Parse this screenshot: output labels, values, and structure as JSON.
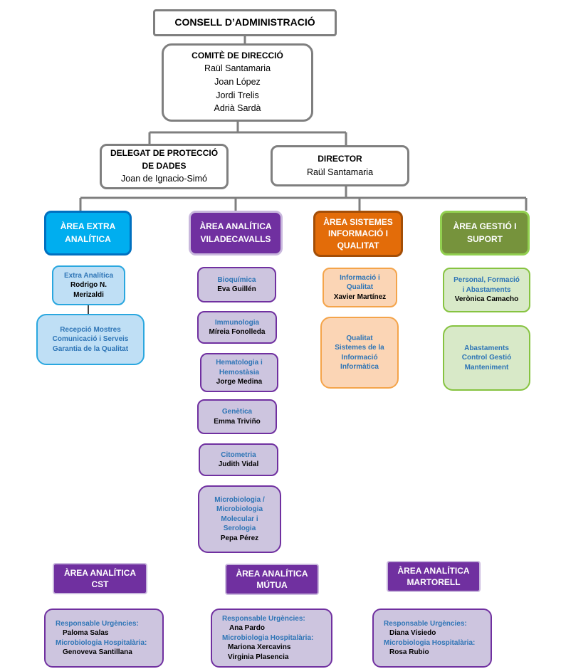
{
  "board": {
    "title": "CONSELL  D’ADMINISTRACIÓ"
  },
  "committee": {
    "title": "COMITÈ DE DIRECCIÓ",
    "members": [
      "Raül Santamaria",
      "Joan López",
      "Jordi Trelis",
      "Adrià Sardà"
    ]
  },
  "dpo": {
    "title_line1": "DELEGAT DE PROTECCIÓ",
    "title_line2": "DE DADES",
    "name": "Joan de Ignacio-Simó"
  },
  "director": {
    "title": "DIRECTOR",
    "name": "Raül Santamaria"
  },
  "areas": {
    "extra": {
      "line1": "ÀREA EXTRA",
      "line2": "ANALÍTICA",
      "color": "#00aeef",
      "units": [
        {
          "label": "Extra Analítica",
          "names": [
            "Rodrigo N.",
            "Merizaldi"
          ]
        },
        {
          "label_lines": [
            "Recepció Mostres",
            "Comunicació i Serveis",
            "Garantia de la Qualitat"
          ]
        }
      ]
    },
    "viladecavalls": {
      "line1": "ÀREA ANALÍTICA",
      "line2": "VILADECAVALLS",
      "color": "#7030a0",
      "units": [
        {
          "label": "Bioquímica",
          "name": "Eva Guillén"
        },
        {
          "label": "Immunologia",
          "name": "Míreia Fonolleda"
        },
        {
          "label_lines": [
            "Hematologia i",
            "Hemostàsia"
          ],
          "name": "Jorge Medina"
        },
        {
          "label": "Genètica",
          "name": "Emma Triviño"
        },
        {
          "label": "Citometria",
          "name": "Judith Vidal"
        },
        {
          "label_lines": [
            "Microbiologia /",
            "Microbiologia",
            "Molecular i",
            "Serologia"
          ],
          "name": "Pepa Pérez"
        }
      ]
    },
    "sistemes": {
      "line1": "ÀREA SISTEMES",
      "line2": "INFORMACIÓ I",
      "line3": "QUALITAT",
      "color": "#e36c09",
      "units": [
        {
          "label_lines": [
            "Informació i",
            "Qualitat"
          ],
          "name": "Xavier Martínez"
        },
        {
          "label_lines": [
            "Qualitat",
            "Sistemes de la",
            "Informació",
            "Informàtica"
          ]
        }
      ]
    },
    "gestio": {
      "line1": "ÀREA GESTIÓ I",
      "line2": "SUPORT",
      "color": "#76933c",
      "units": [
        {
          "label_lines": [
            "Personal, Formació",
            "i Abastaments"
          ],
          "name": "Verònica Camacho"
        },
        {
          "label_lines": [
            "Abastaments",
            "Control Gestió",
            "Manteniment"
          ]
        }
      ]
    }
  },
  "sites": [
    {
      "line1": "ÀREA ANALÍTICA",
      "line2": "CST",
      "urg_label": "Responsable Urgències:",
      "urg_names": [
        "Paloma Salas"
      ],
      "micro_label": "Microbiologia Hospitalària:",
      "micro_names": [
        "Genoveva Santillana"
      ]
    },
    {
      "line1": "ÀREA ANALÍTICA",
      "line2": "MÚTUA",
      "urg_label": "Responsable Urgències:",
      "urg_names": [
        "Ana Pardo"
      ],
      "micro_label": "Microbiologia Hospitalària:",
      "micro_names": [
        "Mariona Xercavins",
        "Virginia Plasencia"
      ]
    },
    {
      "line1": "ÀREA ANALÍTICA",
      "line2": "MARTORELL",
      "urg_label": "Responsable Urgències:",
      "urg_names": [
        "Diana Visiedo"
      ],
      "micro_label": "Microbiologia Hospitalària:",
      "micro_names": [
        "Rosa Rubio"
      ]
    }
  ],
  "colors": {
    "connector": "#7f7f7f",
    "label_blue": "#2e75b6",
    "lavender_fill": "#cdc5df",
    "purple": "#7030a0"
  }
}
